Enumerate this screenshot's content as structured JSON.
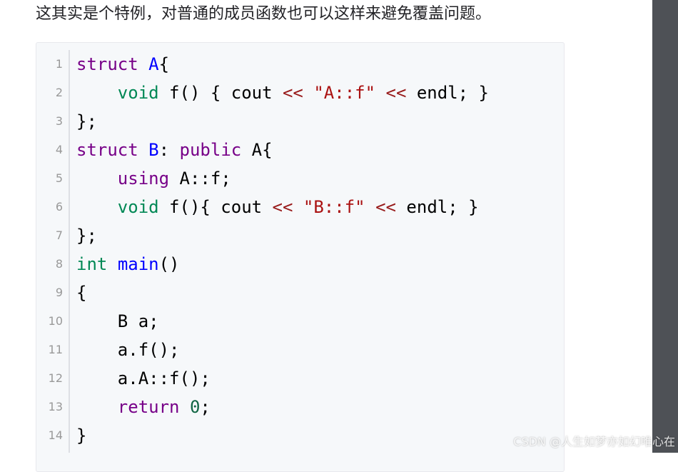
{
  "article": {
    "intro_text": "这其实是个特例，对普通的成员函数也可以这样来避免覆盖问题。"
  },
  "code_block": {
    "language": "cpp",
    "lines": [
      {
        "number": "1",
        "tokens": [
          {
            "t": "struct",
            "c": "kw"
          },
          {
            "t": " ",
            "c": ""
          },
          {
            "t": "A",
            "c": "def"
          },
          {
            "t": "{",
            "c": ""
          }
        ]
      },
      {
        "number": "2",
        "tokens": [
          {
            "t": "    ",
            "c": ""
          },
          {
            "t": "void",
            "c": "ty"
          },
          {
            "t": " f() { cout ",
            "c": ""
          },
          {
            "t": "<<",
            "c": "op"
          },
          {
            "t": " ",
            "c": ""
          },
          {
            "t": "\"A::f\"",
            "c": "str"
          },
          {
            "t": " ",
            "c": ""
          },
          {
            "t": "<<",
            "c": "op"
          },
          {
            "t": " endl; }",
            "c": ""
          }
        ]
      },
      {
        "number": "3",
        "tokens": [
          {
            "t": "};",
            "c": ""
          }
        ]
      },
      {
        "number": "4",
        "tokens": [
          {
            "t": "struct",
            "c": "kw"
          },
          {
            "t": " ",
            "c": ""
          },
          {
            "t": "B",
            "c": "def"
          },
          {
            "t": ": ",
            "c": ""
          },
          {
            "t": "public",
            "c": "kw"
          },
          {
            "t": " A{",
            "c": ""
          }
        ]
      },
      {
        "number": "5",
        "tokens": [
          {
            "t": "    ",
            "c": ""
          },
          {
            "t": "using",
            "c": "kw"
          },
          {
            "t": " A::f;",
            "c": ""
          }
        ]
      },
      {
        "number": "6",
        "tokens": [
          {
            "t": "    ",
            "c": ""
          },
          {
            "t": "void",
            "c": "ty"
          },
          {
            "t": " f(){ cout ",
            "c": ""
          },
          {
            "t": "<<",
            "c": "op"
          },
          {
            "t": " ",
            "c": ""
          },
          {
            "t": "\"B::f\"",
            "c": "str"
          },
          {
            "t": " ",
            "c": ""
          },
          {
            "t": "<<",
            "c": "op"
          },
          {
            "t": " endl; }",
            "c": ""
          }
        ]
      },
      {
        "number": "7",
        "tokens": [
          {
            "t": "};",
            "c": ""
          }
        ]
      },
      {
        "number": "8",
        "tokens": [
          {
            "t": "int",
            "c": "ty"
          },
          {
            "t": " ",
            "c": ""
          },
          {
            "t": "main",
            "c": "def"
          },
          {
            "t": "()",
            "c": ""
          }
        ]
      },
      {
        "number": "9",
        "tokens": [
          {
            "t": "{",
            "c": ""
          }
        ]
      },
      {
        "number": "10",
        "tokens": [
          {
            "t": "    B a;",
            "c": ""
          }
        ]
      },
      {
        "number": "11",
        "tokens": [
          {
            "t": "    a.f();",
            "c": ""
          }
        ]
      },
      {
        "number": "12",
        "tokens": [
          {
            "t": "    a.A::f();",
            "c": ""
          }
        ]
      },
      {
        "number": "13",
        "tokens": [
          {
            "t": "    ",
            "c": ""
          },
          {
            "t": "return",
            "c": "kw"
          },
          {
            "t": " ",
            "c": ""
          },
          {
            "t": "0",
            "c": "num"
          },
          {
            "t": ";",
            "c": ""
          }
        ]
      },
      {
        "number": "14",
        "tokens": [
          {
            "t": "}",
            "c": ""
          }
        ]
      }
    ]
  },
  "watermark": "CSDN @人生如梦亦如幻唯心在",
  "colors": {
    "keyword": "#770088",
    "type": "#008855",
    "definition": "#0000ff",
    "operator": "#981a1a",
    "string": "#aa1111",
    "number": "#116644",
    "scrollbar": "#4e5156"
  }
}
